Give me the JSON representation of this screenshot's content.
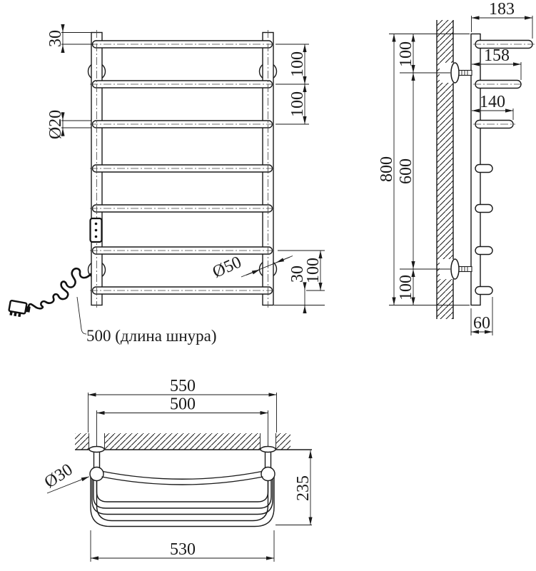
{
  "front_view": {
    "top_margin": "30",
    "rung_diameter": "Ø20",
    "rung_spacing_top_1": "100",
    "rung_spacing_top_2": "100",
    "cup_diameter": "Ø50",
    "bottom_margin": "30",
    "rung_spacing_bottom": "100",
    "cord_length_note": "500 (длина шнура)"
  },
  "side_view": {
    "top_rung_depth": "183",
    "top_bracket_offset": "100",
    "second_rung_depth": "158",
    "third_rung_depth": "140",
    "total_height": "800",
    "bracket_spacing": "600",
    "bottom_bracket_offset": "100",
    "stub_offset": "60"
  },
  "top_view": {
    "overall_width": "550",
    "mount_spacing": "500",
    "post_diameter": "Ø30",
    "total_depth": "235",
    "frame_width": "530"
  },
  "colors": {
    "line": "#1a1a1a",
    "background": "#ffffff"
  }
}
